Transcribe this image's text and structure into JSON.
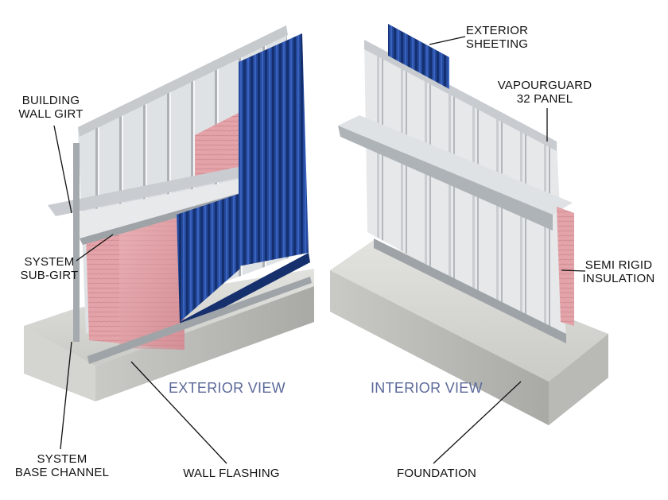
{
  "labels": {
    "exterior_sheeting": "EXTERIOR\nSHEETING",
    "vapourguard_panel": "VAPOURGUARD\n32 PANEL",
    "building_wall_girt": "BUILDING\nWALL GIRT",
    "system_sub_girt": "SYSTEM\nSUB-GIRT",
    "semi_rigid_insulation": "SEMI RIGID\nINSULATION",
    "system_base_channel": "SYSTEM\nBASE CHANNEL",
    "wall_flashing": "WALL FLASHING",
    "foundation": "FOUNDATION"
  },
  "views": {
    "exterior": "EXTERIOR VIEW",
    "interior": "INTERIOR VIEW"
  },
  "colors": {
    "steel_panel": "#d6d9dc",
    "blue_sheeting": "#1f3f8f",
    "insulation": "#e3a3a8",
    "concrete": "#cfcfcb",
    "view_text": "#5c6a9a"
  }
}
